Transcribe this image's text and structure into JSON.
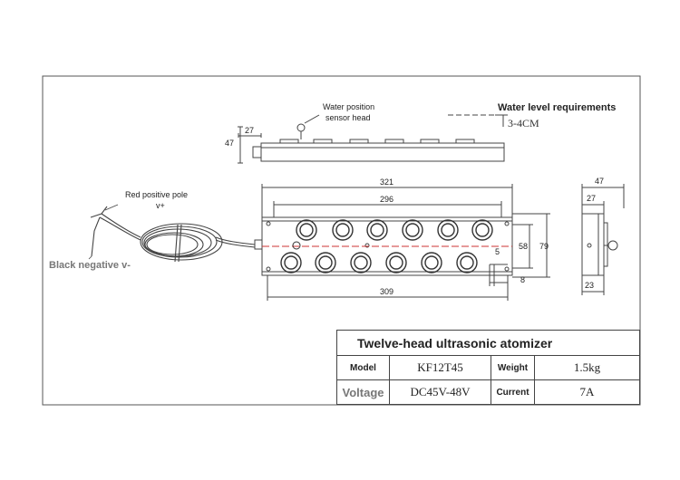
{
  "labels": {
    "sensor_head": [
      "Water position",
      "sensor head"
    ],
    "water_level_title": "Water level requirements",
    "water_level_value": "3-4CM",
    "red_pole": [
      "Red positive pole",
      "v+"
    ],
    "black_pole": "Black negative v-"
  },
  "dimensions": {
    "side_width": "27",
    "side_height": "47",
    "total_length": "321",
    "inner_length": "296",
    "base_length": "309",
    "height_outer": "79",
    "height_inner": "58",
    "small_a": "5",
    "small_b": "8",
    "end_total": "47",
    "end_inner": "27",
    "end_bottom": "23"
  },
  "spec_table": {
    "title": "Twelve-head ultrasonic atomizer",
    "rows": [
      {
        "key1": "Model",
        "val1": "KF12T45",
        "key2": "Weight",
        "val2": "1.5kg"
      },
      {
        "key1": "Voltage",
        "val1": "DC45V-48V",
        "key2": "Current",
        "val2": "7A"
      }
    ]
  }
}
